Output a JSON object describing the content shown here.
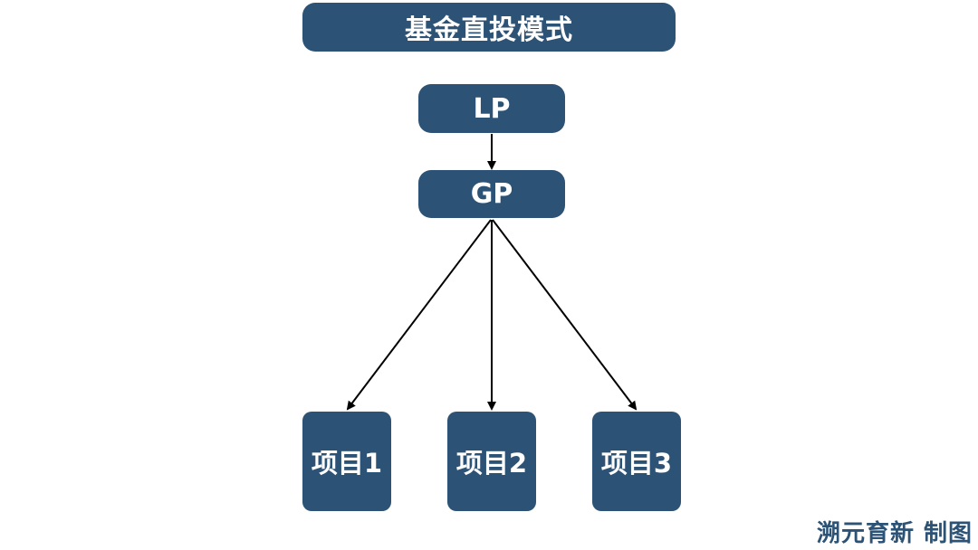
{
  "title": "基金直投模式",
  "nodes": {
    "lp": "LP",
    "gp": "GP",
    "projects": [
      "项目1",
      "项目2",
      "项目3"
    ]
  },
  "edges": [
    {
      "from": "LP",
      "to": "GP"
    },
    {
      "from": "GP",
      "to": "项目1"
    },
    {
      "from": "GP",
      "to": "项目2"
    },
    {
      "from": "GP",
      "to": "项目3"
    }
  ],
  "credit": "溯元育新 制图",
  "colors": {
    "box": "#2c5275",
    "box_text": "#ffffff",
    "arrow": "#000000",
    "credit": "#2c5275"
  }
}
